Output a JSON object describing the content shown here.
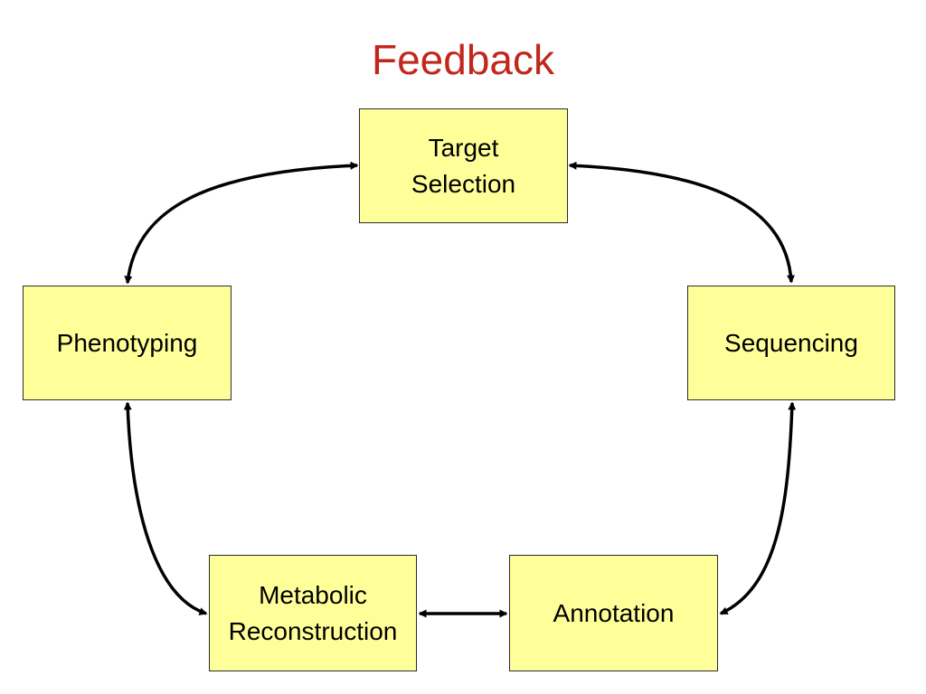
{
  "title": "Feedback",
  "colors": {
    "title": "#c0281c",
    "node_fill": "#ffff99",
    "node_border": "#2b2b2b",
    "arrow": "#000000"
  },
  "nodes": [
    {
      "id": "target_selection",
      "label": "Target\nSelection"
    },
    {
      "id": "sequencing",
      "label": "Sequencing"
    },
    {
      "id": "annotation",
      "label": "Annotation"
    },
    {
      "id": "metabolic_reconstruction",
      "label": "Metabolic\nReconstruction"
    },
    {
      "id": "phenotyping",
      "label": "Phenotyping"
    }
  ],
  "edges": [
    {
      "from": "target_selection",
      "to": "sequencing",
      "bidirectional": true
    },
    {
      "from": "sequencing",
      "to": "annotation",
      "bidirectional": true
    },
    {
      "from": "annotation",
      "to": "metabolic_reconstruction",
      "bidirectional": true
    },
    {
      "from": "metabolic_reconstruction",
      "to": "phenotyping",
      "bidirectional": true
    },
    {
      "from": "phenotyping",
      "to": "target_selection",
      "bidirectional": true
    }
  ]
}
